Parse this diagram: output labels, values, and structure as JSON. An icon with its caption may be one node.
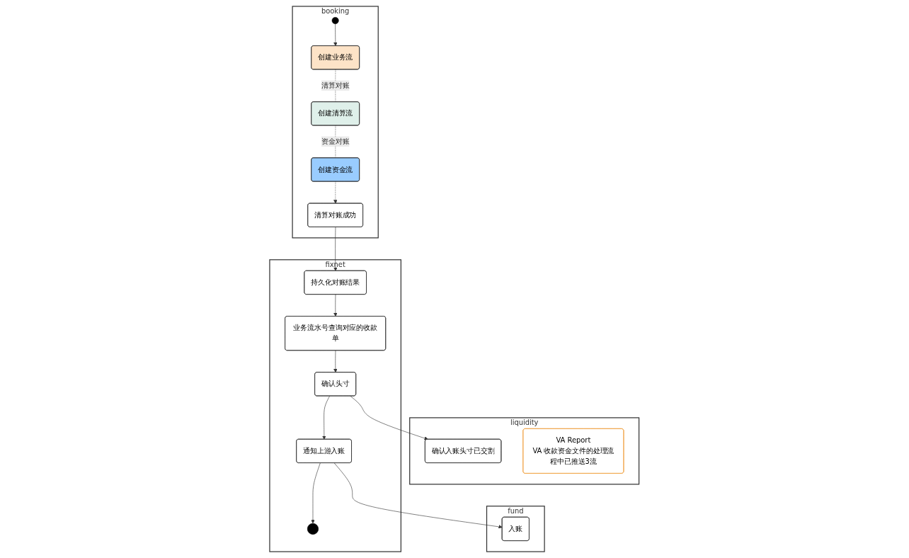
{
  "diagram": {
    "nodes": [
      {
        "text": [
          "fund"
        ]
      },
      {
        "text": [
          "入账"
        ],
        "in": 0
      },
      {
        "text": [
          "liquidity"
        ]
      },
      {
        "text": [
          "确认入账头寸已交割"
        ],
        "in": 2
      },
      {
        "text": [
          "VA Report",
          "VA 收款资金文件的处理流程中已推送3流"
        ],
        "in": 2
      },
      {
        "text": [
          "booking"
        ]
      },
      {
        "text": [],
        "shape": "circle",
        "in": 5
      },
      {
        "text": [
          "创建业务流"
        ],
        "in": 5
      },
      {
        "text": [
          "创建清算流"
        ],
        "in": 5
      },
      {
        "text": [
          "创建资金流"
        ],
        "in": 5
      },
      {
        "text": [
          "清算对账成功"
        ],
        "in": 5
      },
      {
        "text": [
          "fixnet"
        ]
      },
      {
        "text": [
          "持久化对账结果"
        ],
        "in": 11
      },
      {
        "text": [
          "业务流水号查询对应的收款单"
        ],
        "in": 11
      },
      {
        "text": [
          "确认头寸"
        ],
        "in": 11
      },
      {
        "text": [
          "通知上游入账"
        ],
        "in": 11
      },
      {
        "text": [],
        "shape": "circle",
        "in": 11
      }
    ],
    "edges": [
      {
        "from": 6,
        "to": 7,
        "arrow": "to"
      },
      {
        "from": 7,
        "to": 8,
        "arrow": "none",
        "style": "dashed",
        "label": "清算对账"
      },
      {
        "from": 8,
        "to": 9,
        "arrow": "none",
        "style": "dashed",
        "label": "资金对账"
      },
      {
        "from": 9,
        "to": 10,
        "arrow": "to",
        "style": "dashed"
      },
      {
        "from": 10,
        "to": 12,
        "arrow": "to"
      },
      {
        "from": 12,
        "to": 13,
        "arrow": "to"
      },
      {
        "from": 13,
        "to": 14,
        "arrow": "to"
      },
      {
        "from": 14,
        "to": 3,
        "arrow": "to"
      },
      {
        "from": 14,
        "to": 15,
        "arrow": "to"
      },
      {
        "from": 15,
        "to": 1,
        "arrow": "to"
      },
      {
        "from": 15,
        "to": 16,
        "arrow": "to"
      }
    ]
  }
}
